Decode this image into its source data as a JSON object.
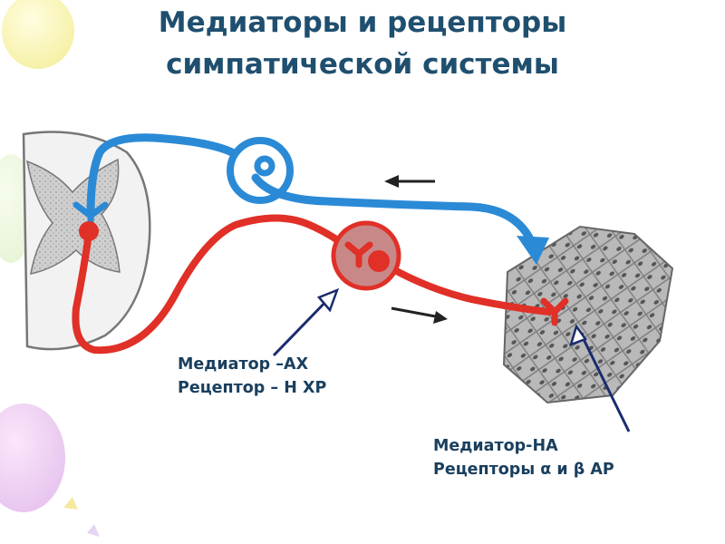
{
  "title": {
    "line1": "Медиаторы и рецепторы",
    "line2": "симпатической системы"
  },
  "captions": {
    "ganglion": {
      "mediator": "Медиатор –АХ",
      "receptor": "Рецептор – Н  ХР"
    },
    "effector": {
      "mediator": "Медиатор-НА",
      "receptor": "Рецепторы α и β АР"
    }
  },
  "colors": {
    "title": "#1f4f6f",
    "afferent_fiber": "#2b8ad6",
    "efferent_fiber": "#e03027",
    "ganglion_fill": "#c98888",
    "pointer_arrow": "#1a2c6e"
  },
  "icons": {
    "flow_arrow_afferent": "arrow-left",
    "flow_arrow_efferent": "arrow-right"
  }
}
